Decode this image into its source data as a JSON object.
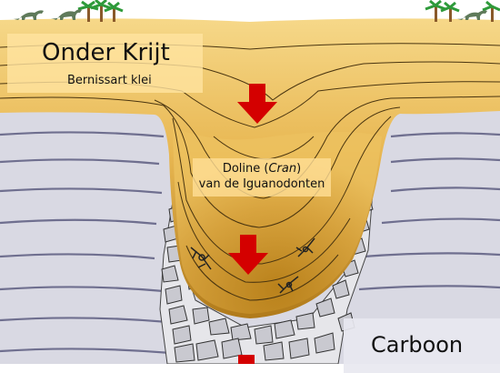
{
  "labels": {
    "onder_krijt": "Onder Krijt",
    "bernissart_klei": "Bernissart klei",
    "doline_prefix": "Doline (",
    "doline_italic": "Cran",
    "doline_suffix": ")",
    "doline_line2": "van de Iguanodonten",
    "carboon": "Carboon"
  },
  "colors": {
    "clay_light": "#f2cc72",
    "clay_dark": "#b8801c",
    "carboon": "#d9d9e3",
    "carboon_line": "#6f6f8f",
    "rubble": "#c8c8cf",
    "arrow": "#d40000",
    "palm_trunk": "#8a5a2b",
    "palm_leaf": "#2e9a3a",
    "dino": "#5f7a5a"
  },
  "icons": [
    "palm-tree-icon",
    "dinosaur-icon",
    "down-arrow-icon",
    "fossil-icon"
  ]
}
